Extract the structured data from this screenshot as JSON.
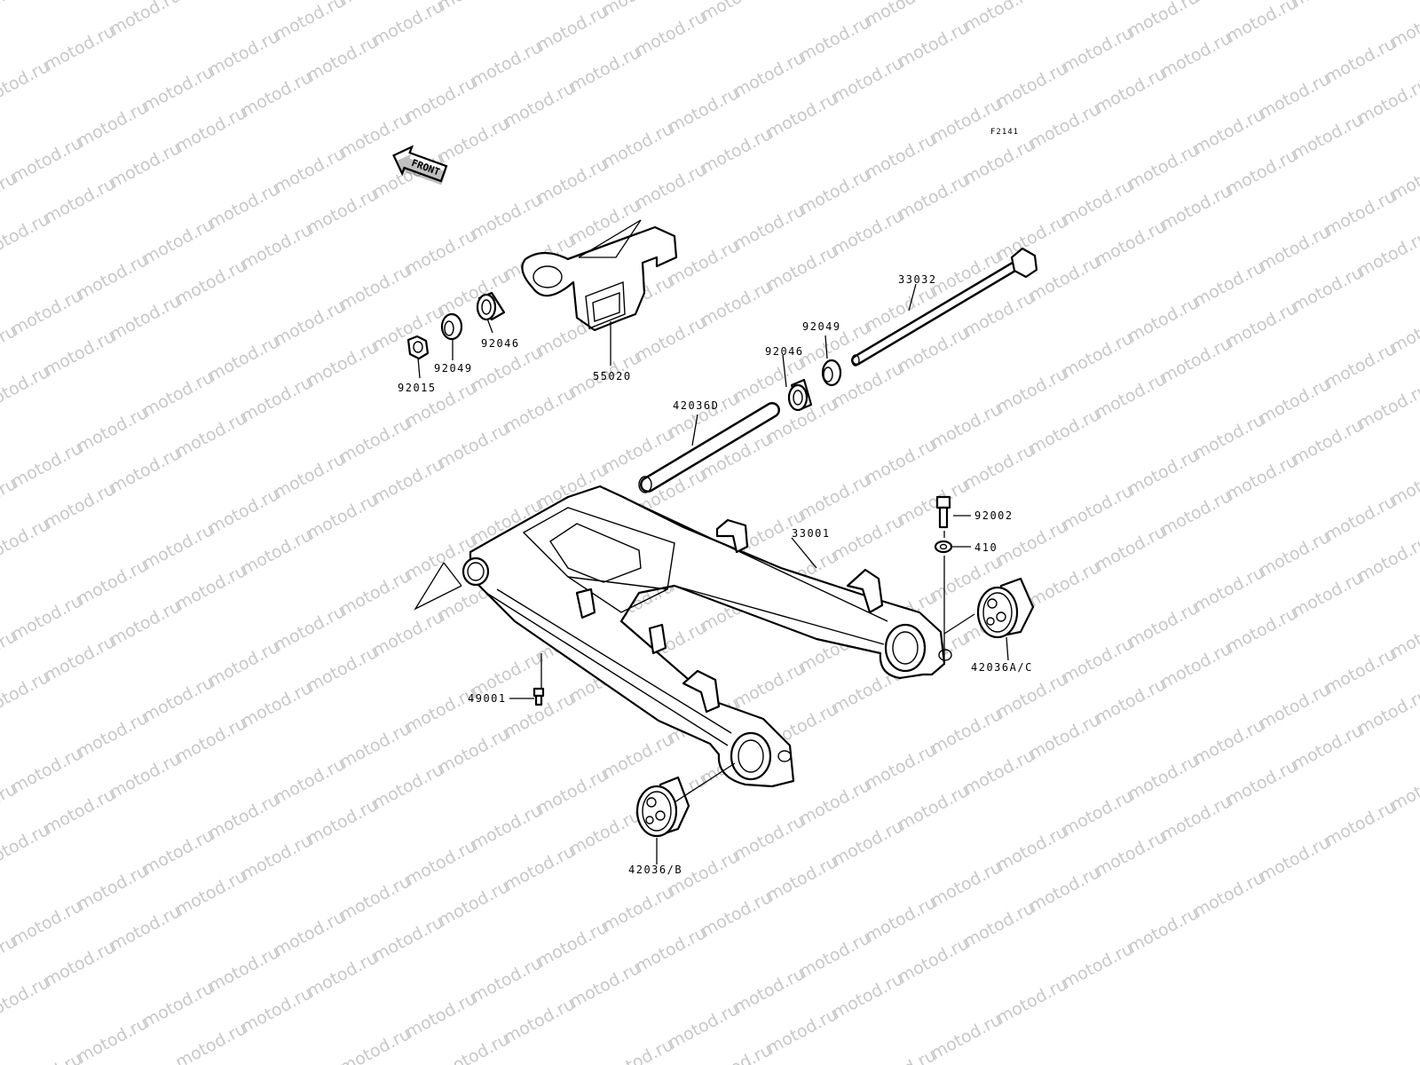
{
  "diagram": {
    "code": "F2141",
    "front_label": "FRONT",
    "watermark": "motod.ru",
    "labels": {
      "p33032": "33032",
      "p92049_right": "92049",
      "p92046_right": "92046",
      "p42036D": "42036D",
      "p92046_left": "92046",
      "p92049_left": "92049",
      "p92015": "92015",
      "p55020": "55020",
      "p33001": "33001",
      "p92002": "92002",
      "p410": "410",
      "p42036AC": "42036A/C",
      "p49001": "49001",
      "p42036B": "42036/B"
    }
  }
}
